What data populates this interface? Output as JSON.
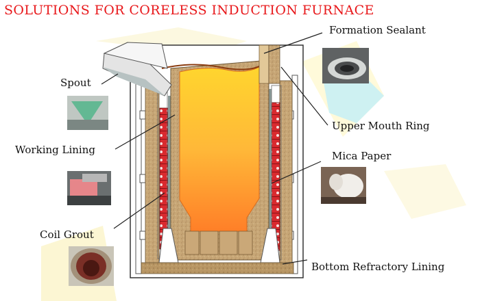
{
  "title": "SOLUTIONS FOR CORELESS INDUCTION FURNACE",
  "labels": {
    "formation_sealant": "Formation Sealant",
    "spout": "Spout",
    "upper_mouth_ring": "Upper Mouth Ring",
    "working_lining": "Working Lining",
    "mica_paper": "Mica Paper",
    "coil_grout": "Coil Grout",
    "bottom_refractory_lining": "Bottom Refractory Lining"
  },
  "colors": {
    "title": "#e8181b",
    "melt_top": "#ffd030",
    "melt_bottom": "#ff8a2a",
    "refractory": "#c9a878",
    "coil": "#d8262c",
    "mica": "#8a9a98",
    "sealant": "#e0c79a"
  }
}
